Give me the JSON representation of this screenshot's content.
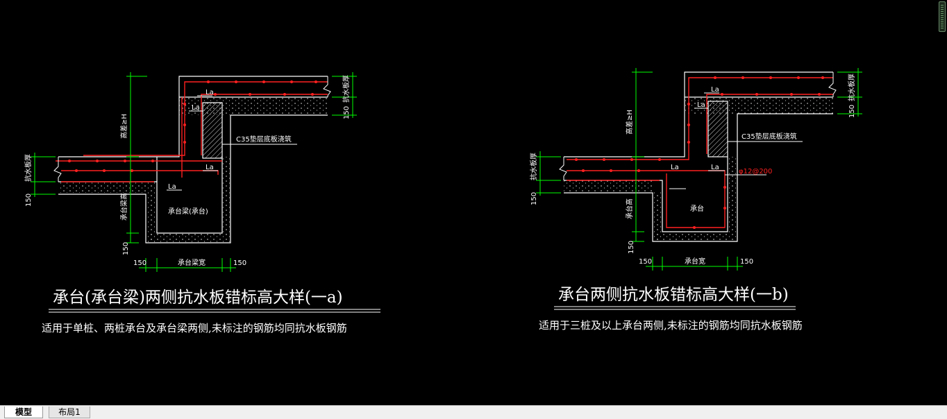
{
  "drawing": {
    "left": {
      "title": "承台(承台梁)两侧抗水板错标高大样(一a)",
      "note": "适用于单桩、两桩承台及承台梁两侧,未标注的钢筋均同抗水板钢筋",
      "labels": {
        "la_1": "La",
        "la_2": "La",
        "la_3": "La",
        "la_4": "La",
        "concrete": "C35垫层底板浇筑",
        "core": "承台梁(承台)",
        "height_dim": "高差≥H",
        "slab_thk_left": "抗水板厚",
        "slab_thk_right": "抗水板厚",
        "beam_h": "承台梁高",
        "beam_w": "承台梁宽",
        "d150_a": "150",
        "d150_b": "150",
        "d150_c": "150",
        "d150_d": "150",
        "d150_e": "150"
      }
    },
    "right": {
      "title": "承台两侧抗水板错标高大样(一b)",
      "note": "适用于三桩及以上承台两侧,未标注的钢筋均同抗水板钢筋",
      "labels": {
        "la_1": "La",
        "la_2": "La",
        "la_3": "La",
        "la_4": "La",
        "concrete": "C35垫层底板浇筑",
        "core": "承台",
        "rebar": "φ12@200",
        "height_dim": "高差≥H",
        "slab_thk_left": "抗水板厚",
        "slab_thk_right": "抗水板厚",
        "cap_h": "承台高",
        "cap_w": "承台宽",
        "d150_a": "150",
        "d150_b": "150",
        "d150_c": "150",
        "d150_d": "150",
        "d150_e": "150"
      }
    }
  },
  "tabs": {
    "model": "模型",
    "layout1": "布局1"
  },
  "colors": {
    "background": "#000000",
    "rebar": "#ff2020",
    "dimension": "#00ff00",
    "outline": "#ffffff"
  }
}
